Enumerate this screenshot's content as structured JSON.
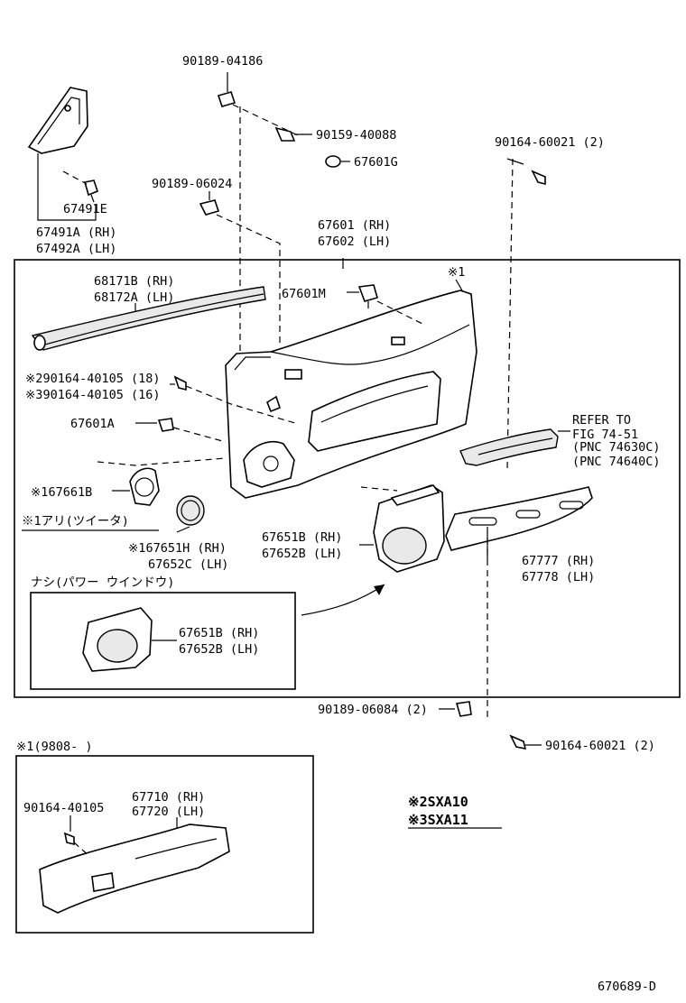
{
  "labels": {
    "p90189_04186": "90189-04186",
    "p90159_40088": "90159-40088",
    "p67601G": "67601G",
    "p90164_60021_top": "90164-60021 (2)",
    "p90189_06024": "90189-06024",
    "p67491E": "67491E",
    "p67491A": "67491A (RH)",
    "p67492A": "67492A (LH)",
    "p67601": "67601 (RH)",
    "p67602": "67602 (LH)",
    "p68171B": "68171B (RH)",
    "p68172A": "68172A (LH)",
    "p67601M": "67601M",
    "note1_marker": "※1",
    "p90164_40105_18": "※290164-40105 (18)",
    "p90164_40105_16": "※390164-40105 (16)",
    "p67601A": "67601A",
    "refer_line1": "REFER TO",
    "refer_line2": "FIG 74-51",
    "refer_line3": "(PNC 74630C)",
    "refer_line4": "(PNC 74640C)",
    "p167661B": "※167661B",
    "note_ari": "※1アリ(ツイータ)",
    "p167651H": "※167651H (RH)",
    "p67652C": "67652C (LH)",
    "p67651B_a": "67651B (RH)",
    "p67652B_a": "67652B (LH)",
    "p67777": "67777 (RH)",
    "p67778": "67778 (LH)",
    "note_nashi": "ナシ(パワー ウインドウ)",
    "p67651B_b": "67651B (RH)",
    "p67652B_b": "67652B (LH)",
    "p90189_06084": "90189-06084 (2)",
    "p90164_60021_bottom": "90164-60021 (2)",
    "note_9808": "※1(9808-       )",
    "p90164_40105": "90164-40105",
    "p67710": "67710 (RH)",
    "p67720": "67720 (LH)",
    "legend_2": "※2SXA10",
    "legend_3": "※3SXA11",
    "diagram_id": "670689-D"
  }
}
